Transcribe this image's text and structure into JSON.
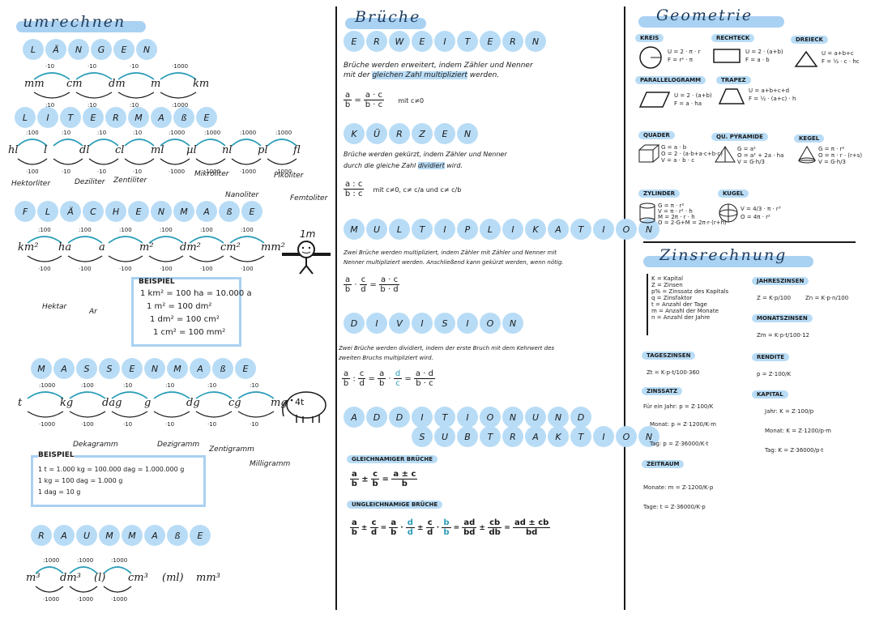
{
  "colors": {
    "accent": "#a9d1f2",
    "ink": "#1a1a1a",
    "arrow_up": "#2a9db8"
  },
  "left": {
    "title": "umrechnen",
    "laengen": {
      "letters": [
        "L",
        "Ä",
        "N",
        "G",
        "E",
        "N"
      ],
      "units": [
        "mm",
        "cm",
        "dm",
        "m",
        "km"
      ],
      "up": [
        "·10",
        "·10",
        "·10",
        "·1000"
      ],
      "down": [
        ":10",
        ":10",
        ":10",
        ":1000"
      ]
    },
    "liter": {
      "letters": [
        "L",
        "I",
        "T",
        "E",
        "R",
        "M",
        "A",
        "ß",
        "E"
      ],
      "units": [
        "hl",
        "l",
        "dl",
        "cl",
        "ml",
        "µl",
        "nl",
        "pl",
        "fl"
      ],
      "up": [
        ":100",
        ":10",
        ":10",
        ":10",
        ":1000",
        ":1000",
        ":1000",
        ":1000"
      ],
      "down": [
        "·100",
        "·10",
        "·10",
        "·10",
        "·1000",
        "·1000",
        "·1000",
        "·1000"
      ],
      "names": [
        "Hektorliter",
        "Deziliter",
        "Zentiliter",
        "Mikroliter",
        "Nanoliter",
        "Pikoliter",
        "Femtoliter"
      ]
    },
    "flaeche": {
      "letters": [
        "F",
        "L",
        "Ä",
        "C",
        "H",
        "E",
        "N",
        "M",
        "A",
        "ß",
        "E"
      ],
      "units": [
        "km²",
        "ha",
        "a",
        "m²",
        "dm²",
        "cm²",
        "mm²"
      ],
      "up": [
        ":100",
        ":100",
        ":100",
        ":100",
        ":100",
        ":100"
      ],
      "down": [
        "·100",
        "·100",
        "·100",
        "·100",
        "·100",
        "·100"
      ],
      "names": [
        "Hektar",
        "Ar"
      ],
      "figure_label": "1m",
      "example_title": "BEISPIEL",
      "example_lines": [
        "1 km² = 100 ha = 10.000 a",
        "1 m² = 100 dm²",
        "1 dm² = 100 cm²",
        "1 cm² = 100 mm²"
      ]
    },
    "masse": {
      "letters": [
        "M",
        "A",
        "S",
        "S",
        "E",
        "N",
        "M",
        "A",
        "ß",
        "E"
      ],
      "units": [
        "t",
        "kg",
        "dag",
        "g",
        "dg",
        "cg",
        "mg"
      ],
      "up": [
        ":1000",
        ":100",
        ":10",
        ":10",
        ":10",
        ":10"
      ],
      "down": [
        "·1000",
        "·100",
        "·10",
        "·10",
        "·10",
        "·10"
      ],
      "names": [
        "Dekagramm",
        "Dezigramm",
        "Zentigramm",
        "Milligramm"
      ],
      "elephant_label": "4t",
      "example_title": "BEISPIEL",
      "example_lines": [
        "1 t = 1.000 kg = 100.000 dag = 1.000.000 g",
        "1 kg = 100 dag = 1.000 g",
        "1 dag = 10 g"
      ]
    },
    "raum": {
      "letters": [
        "R",
        "A",
        "U",
        "M",
        "M",
        "A",
        "ß",
        "E"
      ],
      "units": [
        "m³",
        "dm³",
        "(l)",
        "cm³",
        "(ml)",
        "mm³"
      ],
      "up": [
        ":1000",
        ":1000",
        ":1000"
      ],
      "down": [
        "·1000",
        "·1000",
        "·1000"
      ]
    }
  },
  "middle": {
    "title": "Brüche",
    "erweitern": {
      "letters": [
        "E",
        "R",
        "W",
        "E",
        "I",
        "T",
        "E",
        "R",
        "N"
      ],
      "text_1": "Brüche werden erweitert, indem Zähler und Nenner",
      "text_2_pre": "mit der ",
      "text_2_hl": "gleichen Zahl multipliziert",
      "text_2_post": " werden.",
      "formula_lhs_n": "a",
      "formula_lhs_d": "b",
      "formula_rhs_n": "a · c",
      "formula_rhs_d": "b · c",
      "condition": "mit c≠0"
    },
    "kuerzen": {
      "letters": [
        "K",
        "Ü",
        "R",
        "Z",
        "E",
        "N"
      ],
      "text_1": "Brüche werden gekürzt, indem Zähler und Nenner",
      "text_2_pre": "durch die gleiche Zahl ",
      "text_2_hl": "dividiert",
      "text_2_post": " wird.",
      "formula_n": "a : c",
      "formula_d": "b : c",
      "condition": "mit c≠0, c≠ c/a und c≠ c/b"
    },
    "multiplikation": {
      "letters": [
        "M",
        "U",
        "L",
        "T",
        "I",
        "P",
        "L",
        "I",
        "K",
        "A",
        "T",
        "I",
        "O",
        "N"
      ],
      "text_1": "Zwei Brüche werden multipliziert, indem Zähler mit Zähler und Nenner mit",
      "text_2": "Nenner multipliziert werden. Anschließend kann gekürzt werden, wenn nötig.",
      "formula": [
        "a",
        "b",
        "c",
        "d",
        "a · c",
        "b · d"
      ]
    },
    "division": {
      "letters": [
        "D",
        "I",
        "V",
        "I",
        "S",
        "I",
        "O",
        "N"
      ],
      "text_1": "Zwei Brüche werden dividiert, indem der erste Bruch mit dem Kehrwert des",
      "text_2": "zweiten Bruchs multipliziert wird.",
      "formula": [
        "a",
        "b",
        "c",
        "d",
        "a",
        "b",
        "d",
        "c",
        "a · d",
        "b · c"
      ]
    },
    "addsub": {
      "letters_1": [
        "A",
        "D",
        "D",
        "I",
        "T",
        "I",
        "O",
        "N",
        "U",
        "N",
        "D"
      ],
      "letters_2": [
        "S",
        "U",
        "B",
        "T",
        "R",
        "A",
        "K",
        "T",
        "I",
        "O",
        "N"
      ],
      "gleich_title": "GLEICHNAMIGER BRÜCHE",
      "gleich_formula": [
        "a",
        "b",
        "c",
        "b",
        "a ± c",
        "b"
      ],
      "ungleich_title": "UNGLEICHNAMIGE BRÜCHE",
      "ungleich_formula": [
        "a",
        "b",
        "c",
        "d",
        "a",
        "b",
        "d",
        "d",
        "c",
        "d",
        "b",
        "b",
        "ad",
        "bd",
        "cb",
        "db",
        "ad ± cb",
        "bd"
      ]
    }
  },
  "right": {
    "title": "Geometrie",
    "kreis": {
      "tag": "KREIS",
      "f1": "U = 2 · π · r",
      "f2": "F = r² · π"
    },
    "rechteck": {
      "tag": "RECHTECK",
      "f1": "U = 2 · (a+b)",
      "f2": "F = a · b"
    },
    "dreieck": {
      "tag": "DREIECK",
      "f1": "U = a+b+c",
      "f2": "F = ½ · c · hc"
    },
    "parallelogramm": {
      "tag": "PARALLELOGRAMM",
      "f1": "U = 2 · (a+b)",
      "f2": "F = a · ha"
    },
    "trapez": {
      "tag": "TRAPEZ",
      "f1": "U = a+b+c+d",
      "f2": "F = ½ · (a+c) · h"
    },
    "quader": {
      "tag": "QUADER",
      "f1": "G = a · b",
      "f2": "O = 2 · (a·b+a·c+b·c)",
      "f3": "V = a · b · c"
    },
    "pyramide": {
      "tag": "QU. PYRAMIDE",
      "f1": "G = a²",
      "f2": "O = a² + 2a · ha",
      "f3": "V = G·h/3"
    },
    "kegel": {
      "tag": "KEGEL",
      "f1": "G = π · r²",
      "f2": "O = π · r · (r+s)",
      "f3": "V = G·h/3"
    },
    "zylinder": {
      "tag": "ZYLINDER",
      "f1": "G = π · r²",
      "f2": "V = π · r² · h",
      "f3": "M = 2π · r · h",
      "f4": "O = 2·G+M = 2π·r·(r+h)"
    },
    "kugel": {
      "tag": "KUGEL",
      "f1": "V = 4/3 · π · r³",
      "f2": "O = 4π · r²"
    },
    "zins_title": "Zinsrechnung",
    "legend": [
      "K = Kapital",
      "Z = Zinsen",
      "p% = Zinssatz des Kapitals",
      "q = Zinsfaktor",
      "t = Anzahl der Tage",
      "m = Anzahl der Monate",
      "n = Anzahl der Jahre"
    ],
    "jahreszinsen": {
      "tag": "JAHRESZINSEN",
      "f1": "Z = K·p/100",
      "f2": "Zn = K·p·n/100"
    },
    "monatszinsen": {
      "tag": "MONATSZINSEN",
      "f1": "Zm = K·p·t/100·12"
    },
    "tageszinsen": {
      "tag": "TAGESZINSEN",
      "f1": "Zt = K·p·t/100·360"
    },
    "rendite": {
      "tag": "RENDITE",
      "f1": "p = Z·100/K"
    },
    "zinssatz": {
      "tag": "ZINSSATZ",
      "l1": "Für ein Jahr:  p = Z·100/K",
      "l2": "Monat:  p = Z·1200/K·m",
      "l3": "Tag:  p = Z·36000/K·t"
    },
    "kapital": {
      "tag": "KAPITAL",
      "l1": "Jahr:  K = Z·100/p",
      "l2": "Monat:  K = Z·1200/p·m",
      "l3": "Tag:  K = Z·36000/p·t"
    },
    "zeitraum": {
      "tag": "ZEITRAUM",
      "l1": "Monate:  m = Z·1200/K·p",
      "l2": "Tage:  t = Z·36000/K·p"
    }
  }
}
